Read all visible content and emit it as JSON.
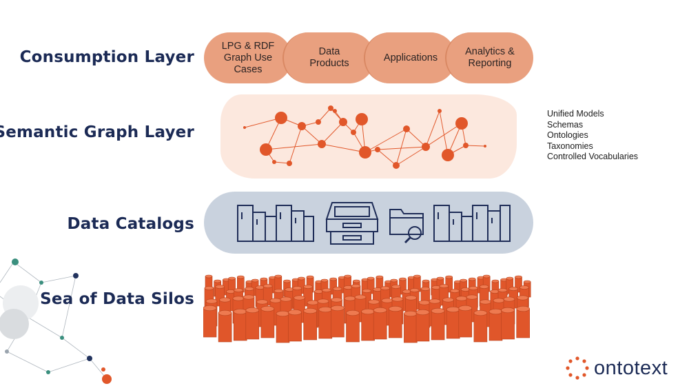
{
  "layers": {
    "consumption": "Consumption Layer",
    "semantic": "Semantic Graph Layer",
    "catalogs": "Data Catalogs",
    "silos": "Sea of Data Silos"
  },
  "consumption_items": [
    "LPG & RDF\nGraph Use\nCases",
    "Data\nProducts",
    "Applications",
    "Analytics &\nReporting"
  ],
  "semantic_items": [
    "Unified Models",
    "Schemas",
    "Ontologies",
    "Taxonomies",
    "Controlled Vocabularies"
  ],
  "brand": "ontotext",
  "colors": {
    "navy": "#1b2a55",
    "pill": "#e9a07f",
    "node": "#e1572a",
    "catalog_bg": "#c9d2de",
    "cylinder": "#e0562a"
  }
}
